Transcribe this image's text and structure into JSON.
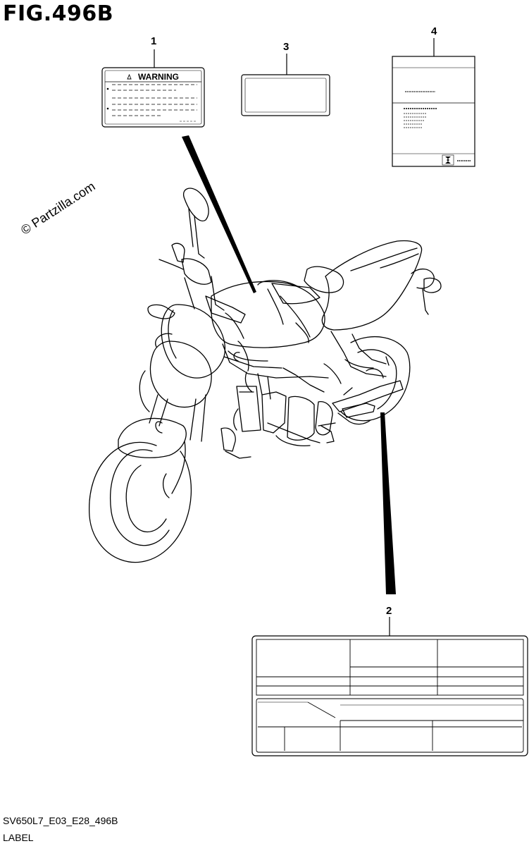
{
  "figure": {
    "title": "FIG.496B",
    "code": "SV650L7_E03_E28_496B",
    "label": "LABEL",
    "watermark": "© Partzilla.com"
  },
  "callouts": [
    {
      "number": "1"
    },
    {
      "number": "2"
    },
    {
      "number": "3"
    },
    {
      "number": "4"
    }
  ],
  "label_1": {
    "heading": "WARNING",
    "icon": "warning-triangle-icon"
  }
}
